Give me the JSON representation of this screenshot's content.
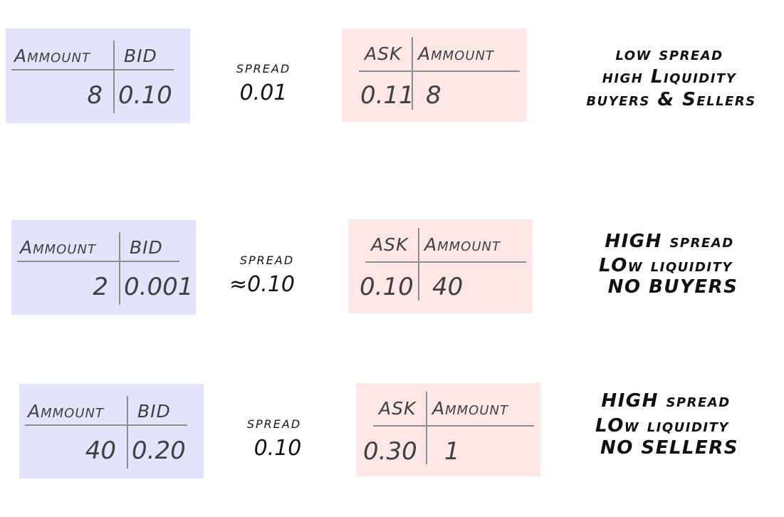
{
  "scenarios": [
    {
      "bid": {
        "amount_header": "Ammount",
        "price_header": "BID",
        "amount": "8",
        "price": "0.10"
      },
      "spread": {
        "label": "spread",
        "value": "0.01"
      },
      "ask": {
        "price_header": "ASK",
        "amount_header": "Ammount",
        "price": "0.11",
        "amount": "8"
      },
      "notes": [
        "low spread",
        "high Liquidity",
        "buyers & Sellers"
      ]
    },
    {
      "bid": {
        "amount_header": "Ammount",
        "price_header": "BID",
        "amount": "2",
        "price": "0.001"
      },
      "spread": {
        "label": "spread",
        "value": "≈0.10"
      },
      "ask": {
        "price_header": "ASK",
        "amount_header": "Ammount",
        "price": "0.10",
        "amount": "40"
      },
      "notes": [
        "HIGH spread",
        "LOw liquidity",
        "NO BUYERS"
      ]
    },
    {
      "bid": {
        "amount_header": "Ammount",
        "price_header": "BID",
        "amount": "40",
        "price": "0.20"
      },
      "spread": {
        "label": "spread",
        "value": "0.10"
      },
      "ask": {
        "price_header": "ASK",
        "amount_header": "Ammount",
        "price": "0.30",
        "amount": "1"
      },
      "notes": [
        "HIGH spread",
        "LOw liquidity",
        "NO SELLERS"
      ]
    }
  ],
  "colors": {
    "bid_background": "#e3e3fb",
    "ask_background": "#fde6e6",
    "divider": "#8d8d8d"
  }
}
